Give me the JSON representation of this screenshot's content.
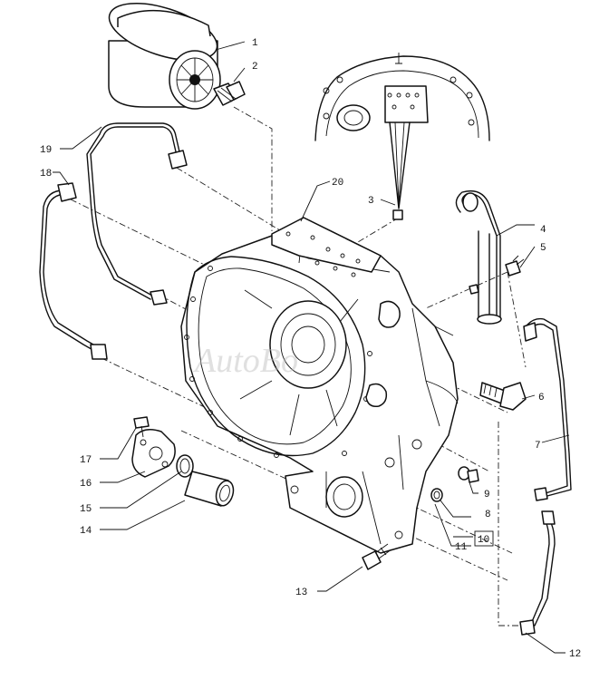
{
  "watermark": "AutoBo",
  "callouts": [
    {
      "id": "c1",
      "label": "1"
    },
    {
      "id": "c2",
      "label": "2"
    },
    {
      "id": "c3",
      "label": "3"
    },
    {
      "id": "c4",
      "label": "4"
    },
    {
      "id": "c5",
      "label": "5"
    },
    {
      "id": "c6",
      "label": "6"
    },
    {
      "id": "c7",
      "label": "7"
    },
    {
      "id": "c8",
      "label": "8"
    },
    {
      "id": "c9",
      "label": "9"
    },
    {
      "id": "c10",
      "label": "10"
    },
    {
      "id": "c11",
      "label": "11"
    },
    {
      "id": "c12",
      "label": "12"
    },
    {
      "id": "c13",
      "label": "13"
    },
    {
      "id": "c14",
      "label": "14"
    },
    {
      "id": "c15",
      "label": "15"
    },
    {
      "id": "c16",
      "label": "16"
    },
    {
      "id": "c17",
      "label": "17"
    },
    {
      "id": "c18",
      "label": "18"
    },
    {
      "id": "c19",
      "label": "19"
    },
    {
      "id": "c20",
      "label": "20"
    }
  ]
}
